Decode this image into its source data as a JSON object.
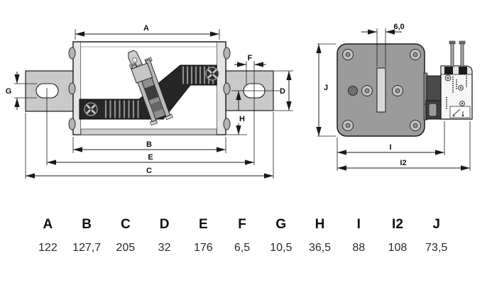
{
  "drawing": {
    "front_view_dims": {
      "A": "A",
      "B": "B",
      "C": "C",
      "D": "D",
      "E": "E",
      "F": "F",
      "G": "G",
      "H": "H"
    },
    "side_view_dims": {
      "I": "I",
      "I2": "I2",
      "J": "J",
      "slot_width": "6,0"
    }
  },
  "table": {
    "columns": [
      {
        "label": "A",
        "value": "122"
      },
      {
        "label": "B",
        "value": "127,7"
      },
      {
        "label": "C",
        "value": "205"
      },
      {
        "label": "D",
        "value": "32"
      },
      {
        "label": "E",
        "value": "176"
      },
      {
        "label": "F",
        "value": "6,5"
      },
      {
        "label": "G",
        "value": "10,5"
      },
      {
        "label": "H",
        "value": "36,5"
      },
      {
        "label": "I",
        "value": "88"
      },
      {
        "label": "I2",
        "value": "108"
      },
      {
        "label": "J",
        "value": "73,5"
      }
    ]
  },
  "colors": {
    "line": "#1a1a1a",
    "tab_fill": "#c9c9c9",
    "plate_fill": "#9b9b9b",
    "slot_fill": "#d8d8d8",
    "band_fill": "#262626",
    "body_fill": "#ffffff"
  }
}
